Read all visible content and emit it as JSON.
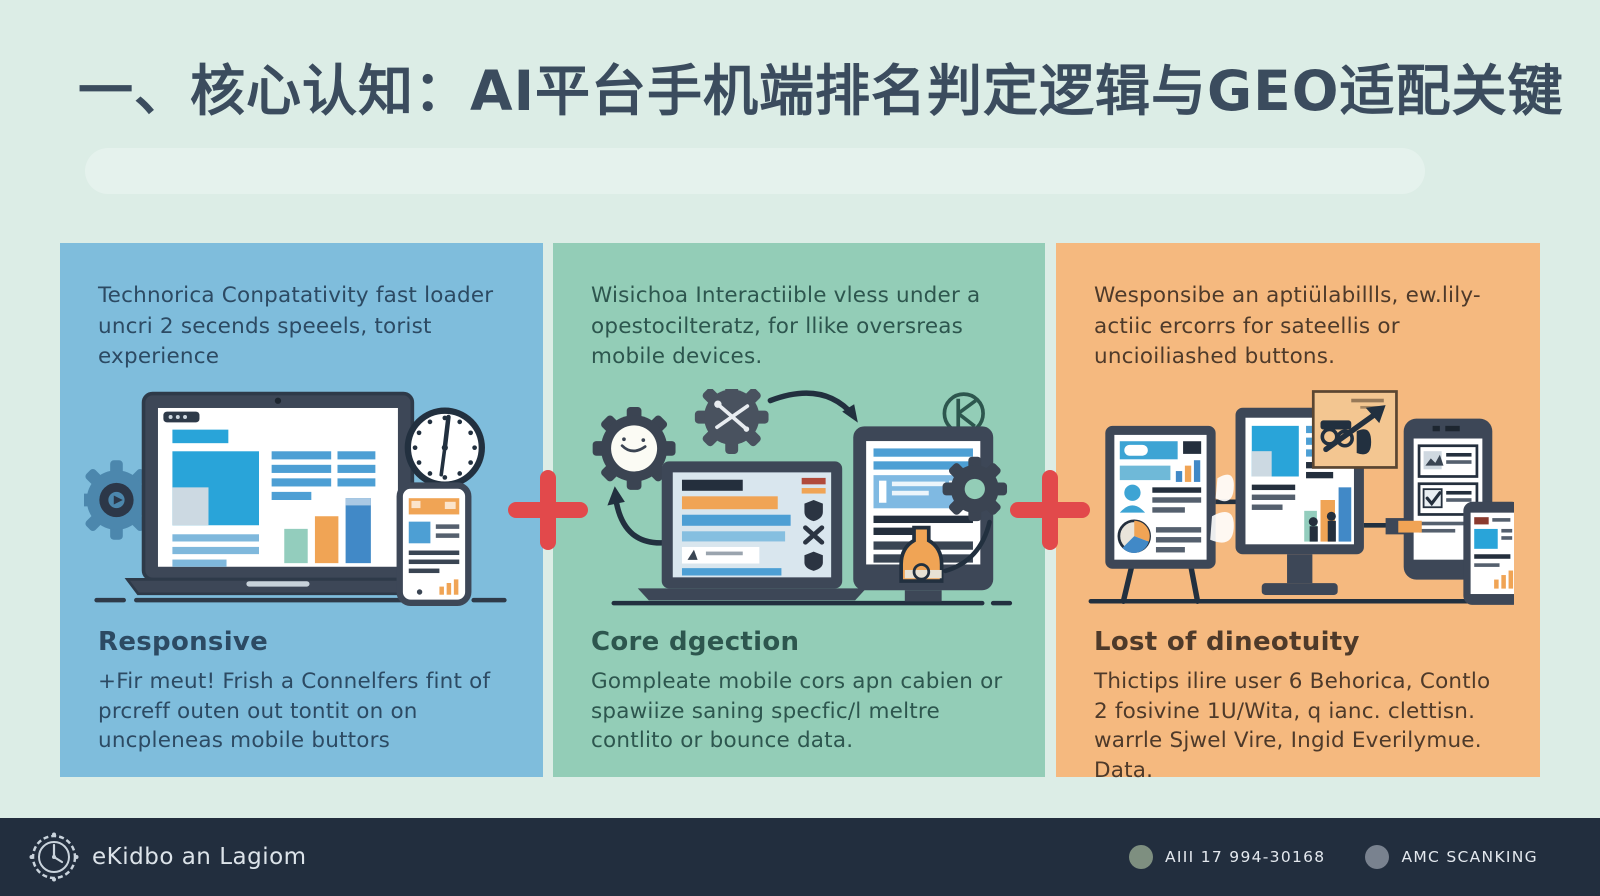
{
  "title": "一、核心认知：AI平台手机端排名判定逻辑与GEO适配关键",
  "panels": [
    {
      "top_text": "Technorica Conpatativity fast loader uncri 2 secends speeels, torist experience",
      "heading": "Responsive",
      "body": "+Fir meut! Frish a Connelfers fint of prcreff outen out tontit on on uncpleneas mobile buttors"
    },
    {
      "top_text": "Wisichoa Interactiible vless under a opestocilteratz, for llike oversreas mobile devices.",
      "heading": "Core dgection",
      "body": "Gompleate mobile cors apn cabien or spawiize saning specfic/l meltre contlito or bounce data."
    },
    {
      "top_text": "Wesponsibe an aptiülabillls, ew.lily-actiic ercorrs for sateellis or uncioiliashed buttons.",
      "heading": "Lost of dineotuity",
      "body": "Thictips ilire user 6 Behorica, Contlo 2 fosivine 1U/Wita, q ianc. clettisn. warrle Sjwel Vire, Ingid Everilymue. Data."
    }
  ],
  "footer": {
    "brand": "eKidbo an Lagiom",
    "items": [
      {
        "label": "AIII 17 994-30168"
      },
      {
        "label": "AMC SCANKING"
      }
    ]
  },
  "colors": {
    "background": "#dcede6",
    "panel_blue": "#7fbddc",
    "panel_green": "#93cdb7",
    "panel_orange": "#f5b97f",
    "plus_red": "#e2494b",
    "footer_bg": "#222e3e",
    "title_text": "#3b4c5e"
  }
}
